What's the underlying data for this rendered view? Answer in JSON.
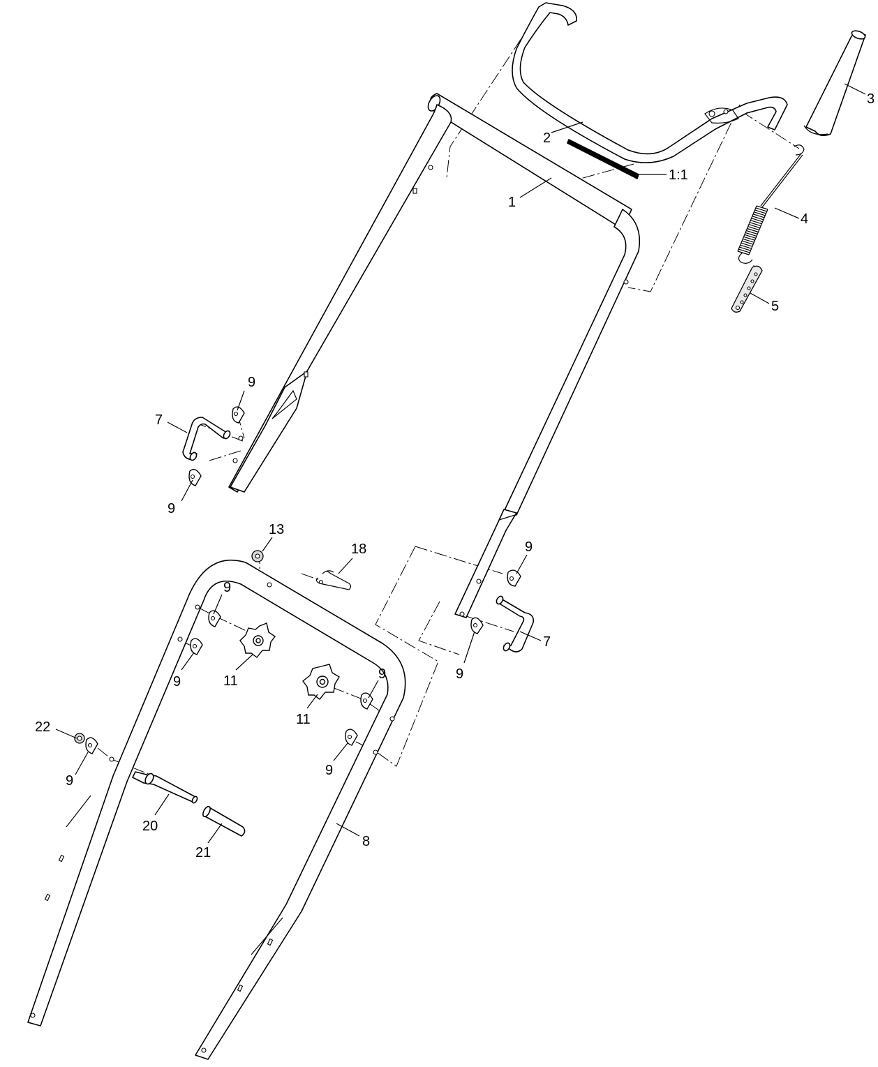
{
  "colors": {
    "line": "#000000",
    "background": "#ffffff",
    "hardware_fill": "#d9d9d9"
  },
  "callouts": {
    "c1": "1",
    "c1_1": "1:1",
    "c2": "2",
    "c3": "3",
    "c4": "4",
    "c5": "5",
    "c7": "7",
    "c8": "8",
    "c9": "9",
    "c11": "11",
    "c13": "13",
    "c18": "18",
    "c20": "20",
    "c21": "21",
    "c22": "22"
  }
}
